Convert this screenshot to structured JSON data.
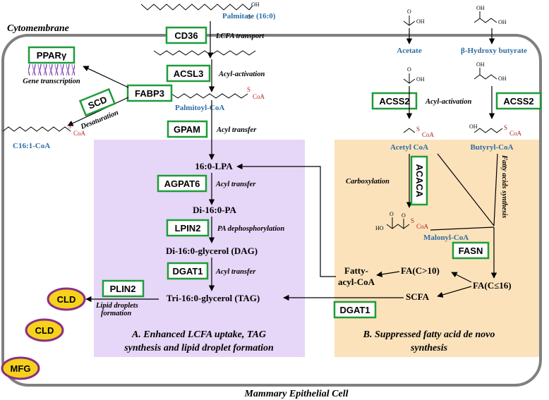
{
  "labels": {
    "cytomembrane": "Cytomembrane",
    "cell": "Mammary Epithelial Cell",
    "palmitate": "Palmitate (16:0)",
    "palmitoyl_coa": "Palmitoyl-CoA",
    "c161_coa": "C16:1-CoA",
    "acetate": "Acetate",
    "bhb": "β-Hydroxy butyrate",
    "acetyl_coa": "Acetyl CoA",
    "butyryl_coa": "Butyryl-CoA",
    "malonyl_coa": "Malonyl-CoA",
    "coa": "CoA",
    "s": "S",
    "oh": "OH",
    "o": "O",
    "ho": "HO"
  },
  "enzymes": {
    "cd36": "CD36",
    "acsl3": "ACSL3",
    "pparg": "PPARγ",
    "scd": "SCD",
    "fabp3": "FABP3",
    "gpam": "GPAM",
    "agpat6": "AGPAT6",
    "lpin2": "LPIN2",
    "dgat1": "DGAT1",
    "plin2": "PLIN2",
    "acss2_left": "ACSS2",
    "acss2_right": "ACSS2",
    "acaca": "ACACA",
    "fasn": "FASN",
    "dgat1_b": "DGAT1"
  },
  "processes": {
    "lcfa_transport": "LCFA transport",
    "acyl_activation": "Acyl-activation",
    "gene_transcription": "Gene transcription",
    "desaturation": "Desaturation",
    "acyl_transfer_1": "Acyl transfer",
    "acyl_transfer_2": "Acyl transfer",
    "pa_dephos": "PA dephosphorylation",
    "acyl_transfer_3": "Acyl transfer",
    "lipid_droplets_1": "Lipid droplets",
    "lipid_droplets_2": "formation",
    "acyl_activation_b": "Acyl-activation",
    "carboxylation": "Carboxylation",
    "fa_synthesis": "Fatty acids synthesis"
  },
  "metabolites": {
    "lpa": "16:0-LPA",
    "pa": "Di-16:0-PA",
    "dag": "Di-16:0-glycerol (DAG)",
    "tag": "Tri-16:0-glycerol  (TAG)",
    "fatty_1": "Fatty-",
    "fatty_2": "acyl-CoA",
    "fa_gt10": "FA(C>10)",
    "fa_le16": "FA(C≤16)",
    "scfa": "SCFA"
  },
  "droplets": {
    "cld1": "CLD",
    "cld2": "CLD",
    "mfg": "MFG"
  },
  "panels": {
    "a_line1": "A. Enhanced LCFA uptake, TAG",
    "a_line2": "synthesis and lipid droplet formation",
    "b_line1": "B. Suppressed fatty acid de novo",
    "b_line2": "synthesis"
  },
  "colors": {
    "panel_a": "#e6d6f7",
    "panel_b": "#fbe2bb",
    "enzyme_border": "#1e9c3a",
    "metabolite_blue": "#2e6da4",
    "coa_red": "#b22222",
    "droplet_fill": "#f5d21c",
    "droplet_ring": "#8b2f84",
    "membrane": "#808080"
  }
}
